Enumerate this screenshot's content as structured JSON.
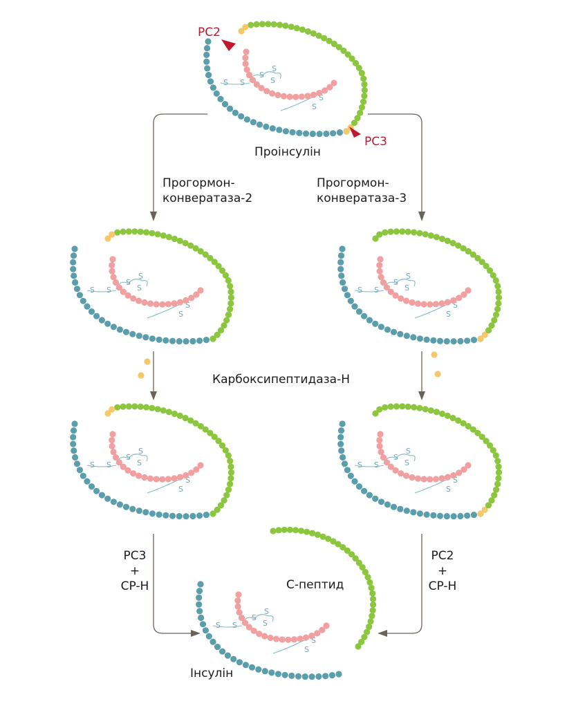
{
  "labels": {
    "proinsulin": "Проінсулін",
    "pc2_enzyme": "Прогормон-\nконвератаза-2",
    "pc3_enzyme": "Прогормон-\nконвератаза-3",
    "carboxypeptidase": "Карбоксипептидаза-Н",
    "left_step_enzymes": "PC3\n+\nCP-H",
    "right_step_enzymes": "PC2\n+\nCP-H",
    "c_peptide": "С-пептид",
    "insulin": "Інсулін",
    "pc2_site": "PC2",
    "pc3_site": "PC3",
    "bond_letter": "S"
  },
  "colors": {
    "b_chain": "#5b9eab",
    "a_chain": "#f0a0a0",
    "c_peptide": "#8cc63f",
    "basic_residues": "#f5c96a",
    "cleavage_marker": "#c0182e",
    "arrows": "#6b6258",
    "disulfide": "#8ab8c2"
  }
}
